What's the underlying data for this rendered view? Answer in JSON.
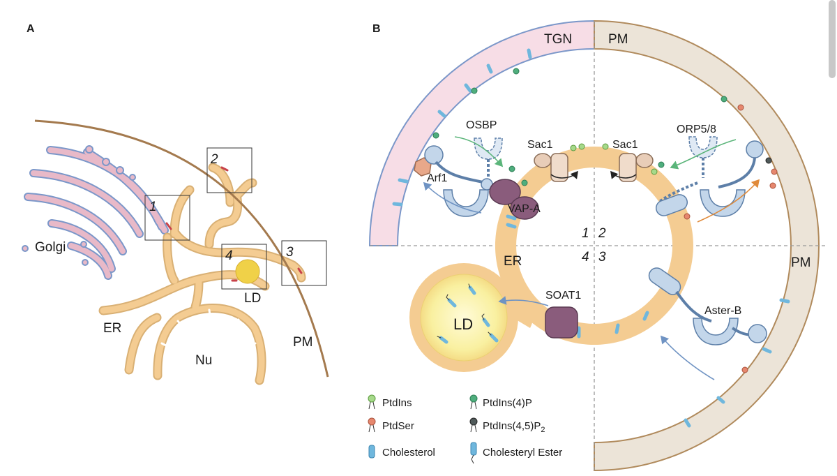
{
  "panels": {
    "a": "A",
    "b": "B"
  },
  "panel_a": {
    "golgi": "Golgi",
    "er": "ER",
    "nu": "Nu",
    "pm": "PM",
    "ld": "LD",
    "boxes": [
      "1",
      "2",
      "3",
      "4"
    ]
  },
  "panel_b": {
    "tgn": "TGN",
    "pm_top": "PM",
    "pm_right": "PM",
    "er": "ER",
    "ld": "LD",
    "proteins": {
      "osbp": "OSBP",
      "sac1_left": "Sac1",
      "sac1_right": "Sac1",
      "orp": "ORP5/8",
      "arf1": "Arf1",
      "vapa": "VAP-A",
      "soat1": "SOAT1",
      "asterb": "Aster-B"
    },
    "quadrants": [
      "1",
      "2",
      "4",
      "3"
    ]
  },
  "legend": [
    {
      "label": "PtdIns",
      "icon": "ptdins-icon"
    },
    {
      "label": "PtdIns(4)P",
      "icon": "ptdins4p-icon"
    },
    {
      "label": "PtdSer",
      "icon": "ptdser-icon"
    },
    {
      "label": "PtdIns(4,5)P",
      "sub": "2",
      "icon": "ptdins45p2-icon"
    },
    {
      "label": "Cholesterol",
      "icon": "cholesterol-icon"
    },
    {
      "label": "Cholesteryl Ester",
      "icon": "cholesteryl-ester-icon"
    }
  ],
  "colors": {
    "er": "#f4cc92",
    "golgi": "#e8b9c8",
    "pm_brown": "#b08a5c",
    "pm_fill": "#ece4d8",
    "tgn_fill": "#f7dde6",
    "protein": "#c3d6ea",
    "protein_edge": "#5d7fa8",
    "vapa": "#8a5c7c",
    "sac1": "#e8cdb8",
    "cholesterol": "#6fb7dd",
    "ptdins": "#a6d98a",
    "ptdins4p": "#4fae7d",
    "ptdser": "#e6876e",
    "ptdins45p2": "#505a5a",
    "ld_fill": "#faf3a8"
  }
}
